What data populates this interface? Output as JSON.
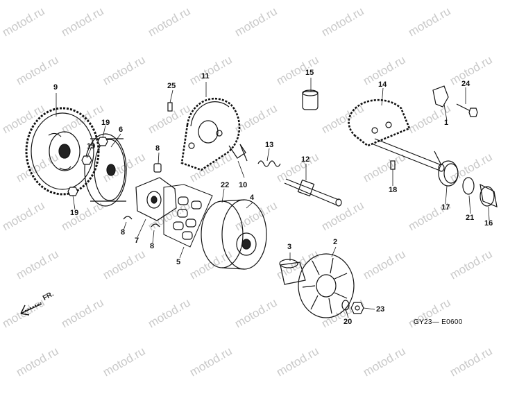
{
  "watermark": "motod.ru",
  "drawing_code": "GY23— E0600",
  "direction_label": "FR.",
  "part_numbers": {
    "p1": "1",
    "p2": "2",
    "p3": "3",
    "p4": "4",
    "p5": "5",
    "p6": "6",
    "p7": "7",
    "p8a": "8",
    "p8b": "8",
    "p8c": "8",
    "p9": "9",
    "p10": "10",
    "p11": "11",
    "p12": "12",
    "p13": "13",
    "p14": "14",
    "p15": "15",
    "p16": "16",
    "p17": "17",
    "p18": "18",
    "p19a": "19",
    "p19b": "19",
    "p19c": "19",
    "p20": "20",
    "p21": "21",
    "p22": "22",
    "p23": "23",
    "p24": "24",
    "p25": "25"
  },
  "colors": {
    "line": "#111111",
    "watermark": "#c9c9c9",
    "background": "#ffffff"
  }
}
